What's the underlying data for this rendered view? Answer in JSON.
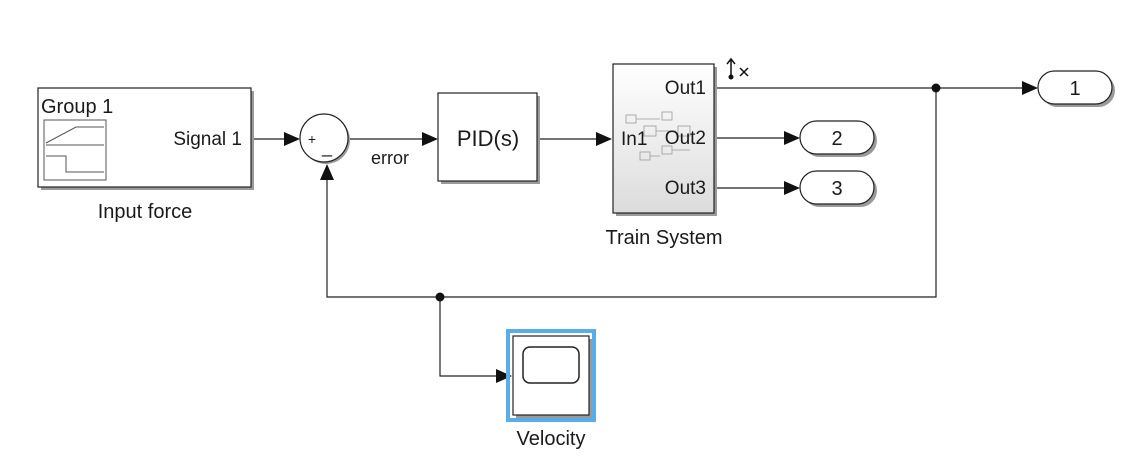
{
  "diagram": {
    "signal_builder": {
      "group_label": "Group 1",
      "port_label": "Signal 1",
      "caption": "Input force"
    },
    "sum_block": {
      "plus_sign": "+",
      "minus_sign": "_"
    },
    "error_signal_label": "error",
    "pid_block": {
      "label": "PID(s)"
    },
    "train_system": {
      "caption": "Train System",
      "input_port": "In1",
      "output_ports": [
        "Out1",
        "Out2",
        "Out3"
      ]
    },
    "outports": [
      "1",
      "2",
      "3"
    ],
    "scope": {
      "caption": "Velocity"
    },
    "colors": {
      "selection_highlight": "#5aaee8",
      "subsystem_fill": "#e3e3e3",
      "line": "#222222"
    }
  }
}
